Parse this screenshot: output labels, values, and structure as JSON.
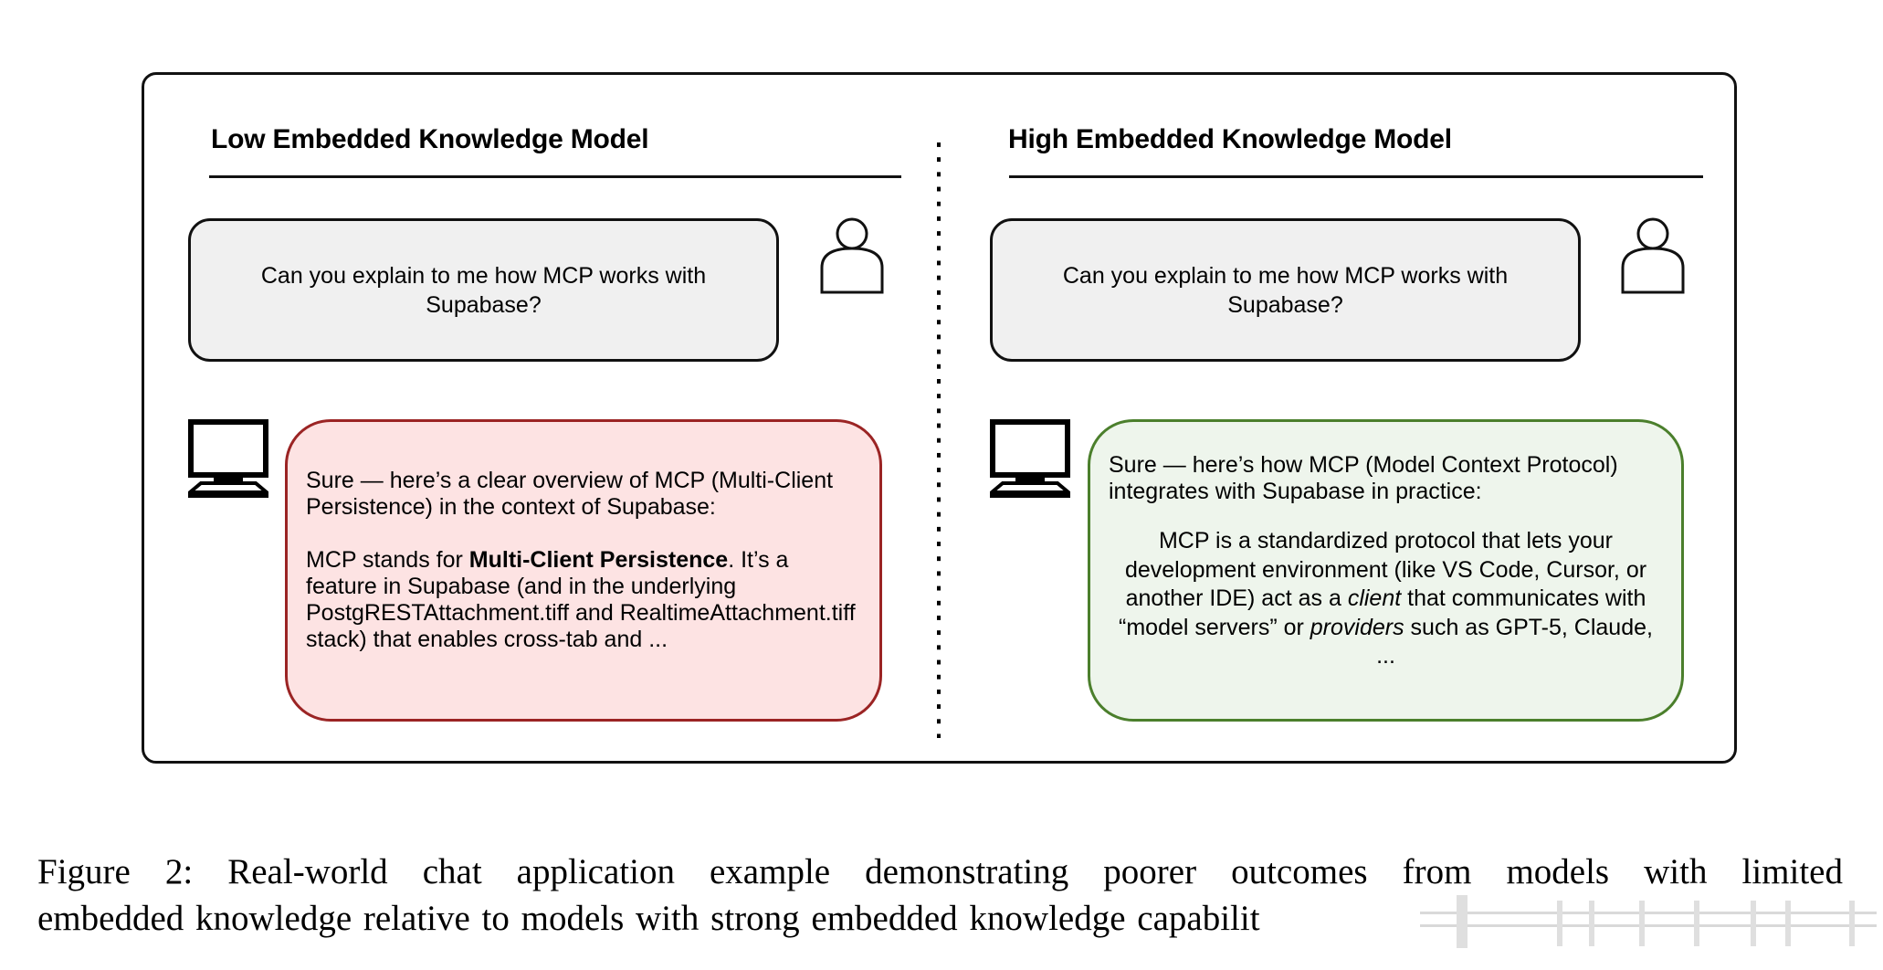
{
  "figure": {
    "left_panel": {
      "title": "Low Embedded Knowledge Model",
      "user_message": "Can you explain to me how MCP works with Supabase?",
      "assistant_reply": {
        "intro": "Sure — here’s a clear overview of MCP (Multi-Client Persistence) in the context of Supabase:",
        "body_prefix": "MCP stands for ",
        "body_bold": "Multi-Client Persistence",
        "body_suffix": ". It’s a feature in Supabase (and in the underlying PostgRESTAttachment.tiff and RealtimeAttachment.tiff stack) that enables cross-tab and ...",
        "tone": "incorrect",
        "border_color": "#9b2424",
        "fill_color": "#fde3e3"
      }
    },
    "right_panel": {
      "title": "High Embedded Knowledge Model",
      "user_message": "Can you explain to me how MCP works with Supabase?",
      "assistant_reply": {
        "intro": "Sure — here’s how MCP (Model Context Protocol) integrates with Supabase in practice:",
        "body_part1": "MCP is a standardized protocol that lets your development environment (like VS Code, Cursor, or another IDE) act as a ",
        "body_italic1": "client",
        "body_part2": " that communicates with “model servers” or ",
        "body_italic2": "providers",
        "body_part3": " such as GPT-5, Claude,",
        "ellipsis": "...",
        "tone": "correct",
        "border_color": "#4b7f2c",
        "fill_color": "#eef5ec"
      }
    },
    "icons": {
      "user": "user-icon",
      "assistant": "computer-monitor-icon"
    },
    "user_bubble_fill": "#f0f0f0"
  },
  "caption": {
    "line1": "Figure 2:  Real-world chat application example demonstrating poorer outcomes from models with limited",
    "line2": "embedded knowledge relative to models with strong embedded knowledge capabilit"
  }
}
